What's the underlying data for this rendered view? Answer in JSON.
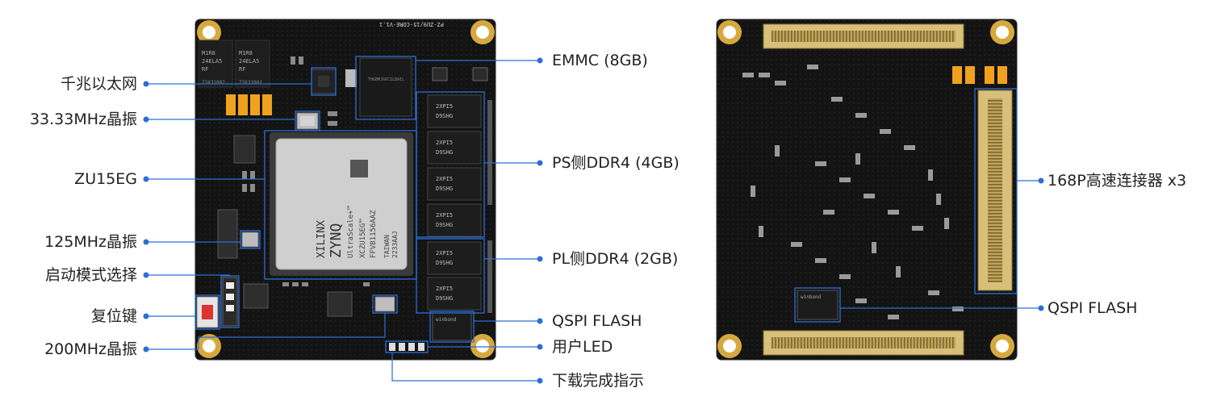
{
  "front_board": {
    "silk_top": "PZ-ZU9/15-CORE-V1.1",
    "chips": {
      "fpga_brand": "XILINX",
      "fpga_family": "ZYNQ",
      "fpga_sub": "UltraScale+™",
      "fpga_part": "XCZU15EG™",
      "fpga_pkg": "FFVB1156AAZ",
      "fpga_origin": "TAIWAN",
      "fpga_lot": "2233AAJ",
      "phy_line1": "M1R8",
      "phy_line2": "24ELA5",
      "phy_line3": "RF",
      "phy_line4": "73X31002",
      "ddr_line1": "2XPI5",
      "ddr_line2": "D9SHG",
      "flash_brand": "winbond"
    }
  },
  "labels_left": [
    "千兆以太网",
    "33.33MHz晶振",
    "ZU15EG",
    "125MHz晶振",
    "启动模式选择",
    "复位键",
    "200MHz晶振"
  ],
  "labels_right": [
    "EMMC (8GB)",
    "PS侧DDR4 (4GB)",
    "PL侧DDR4 (2GB)",
    "QSPI FLASH",
    "用户LED",
    "下载完成指示"
  ],
  "labels_back": [
    "168P高速连接器 x3",
    "QSPI FLASH"
  ],
  "colors": {
    "leader": "#2a6fd6",
    "pcb": "#141414",
    "gold": "#e0b54a",
    "chip": "#cfcfcf"
  }
}
